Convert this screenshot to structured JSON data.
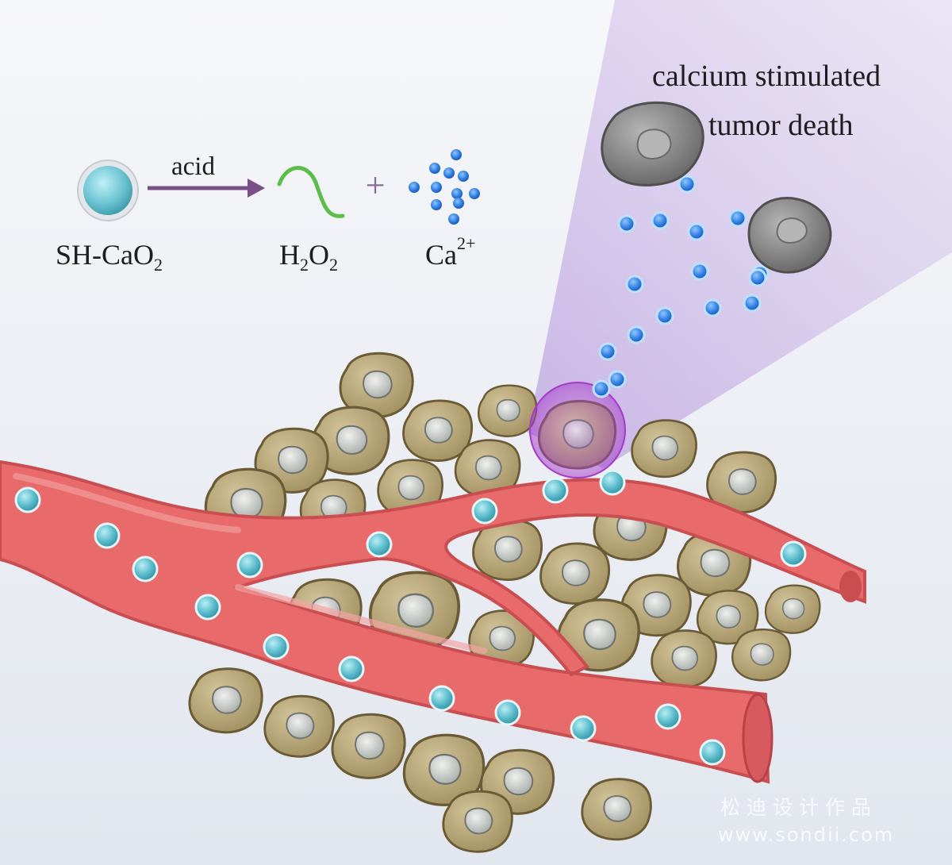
{
  "labels": {
    "acid": "acid",
    "sh_cao2_main": "SH-CaO",
    "sh_cao2_sub": "2",
    "h2o2_h": "H",
    "h2o2_sub1": "2",
    "h2o2_o": "O",
    "h2o2_sub2": "2",
    "ca_main": "Ca",
    "ca_sup": "2+",
    "title_line1": "calcium stimulated",
    "title_line2": "tumor death",
    "plus": "+"
  },
  "watermark": {
    "text_cn": "松迪设计作品",
    "url": "www.sondii.com"
  },
  "colors": {
    "background_top": "#f4f6f9",
    "background_bottom": "#e4e8f0",
    "vessel": "#e96a6a",
    "vessel_dark": "#c94e52",
    "tumor_cell": "#b8a77a",
    "tumor_cell_edge": "#6a5a35",
    "nucleus": "#c9ccc9",
    "nanoparticle": "#6cc4d3",
    "calcium_ion": "#2f7de0",
    "arrow": "#7a4e86",
    "h2o2_strand": "#5cbd4a",
    "beam": "#b79ad6",
    "dead_cell": "#8a8a8a"
  }
}
